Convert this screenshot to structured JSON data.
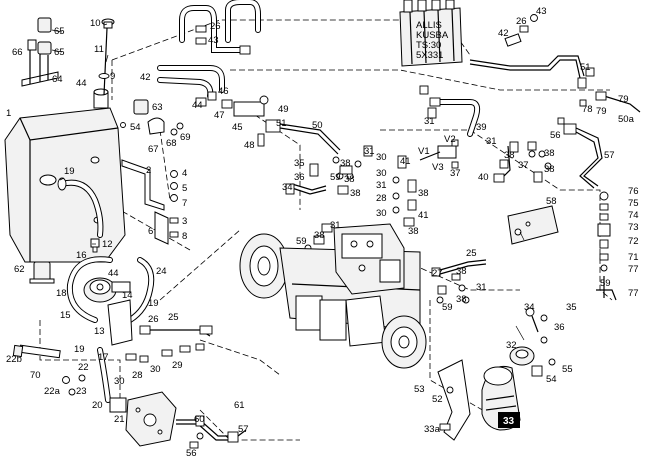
{
  "diagram": {
    "labels": {
      "l1": "1",
      "l2": "2",
      "l3": "3",
      "l4": "4",
      "l5": "5",
      "l6": "6",
      "l7": "7",
      "l8": "8",
      "l9": "9",
      "l10": "10",
      "l11": "11",
      "l12": "12",
      "l13": "13",
      "l14": "14",
      "l15": "15",
      "l16": "16",
      "l17": "17",
      "l18": "18",
      "l19a": "19",
      "l19b": "19",
      "l19c": "19",
      "l20": "20",
      "l21": "21",
      "l22": "22",
      "l22a": "22a",
      "l22b": "22b",
      "l23": "23",
      "l24": "24",
      "l25a": "25",
      "l25b": "25",
      "l26a": "26",
      "l26b": "26",
      "l26c": "26",
      "l27": "27",
      "l28a": "28",
      "l28b": "28",
      "l29": "29",
      "l30a": "30",
      "l30b": "30",
      "l30c": "30",
      "l30d": "30",
      "l30e": "30",
      "l31a": "31",
      "l31b": "31",
      "l31c": "31",
      "l31d": "31",
      "l31e": "31",
      "l31f": "31",
      "l32": "32",
      "l33": "33",
      "l33a": "33a",
      "l34a": "34",
      "l34b": "34",
      "l35a": "35",
      "l35b": "35",
      "l36a": "36",
      "l36b": "36",
      "l37a": "37",
      "l37b": "37",
      "l38a": "38",
      "l38b": "38",
      "l38c": "38",
      "l38d": "38",
      "l38e": "38",
      "l38f": "38",
      "l38g": "38",
      "l38h": "38",
      "l38i": "38",
      "l38j": "38",
      "l38k": "38",
      "l39": "39",
      "l40": "40",
      "l41a": "41",
      "l41b": "41",
      "l42a": "42",
      "l42b": "42",
      "l43a": "43",
      "l43b": "43",
      "l44a": "44",
      "l44b": "44",
      "l44c": "44",
      "l45": "45",
      "l46": "46",
      "l47": "47",
      "l48": "48",
      "l49": "49",
      "l50": "50",
      "l50a": "50a",
      "l51a": "51",
      "l51b": "51",
      "l52": "52",
      "l53": "53",
      "l54a": "54",
      "l54b": "54",
      "l55": "55",
      "l56a": "56",
      "l56b": "56",
      "l57a": "57",
      "l57b": "57",
      "l58": "58",
      "l59a": "59",
      "l59b": "59",
      "l59c": "59",
      "l59d": "59",
      "l60": "60",
      "l61": "61",
      "l62": "62",
      "l63": "63",
      "l64": "64",
      "l65a": "65",
      "l65b": "65",
      "l66": "66",
      "l67": "67",
      "l68": "68",
      "l69": "69",
      "l70": "70",
      "l71": "71",
      "l72": "72",
      "l73": "73",
      "l74": "74",
      "l75": "75",
      "l76": "76",
      "l77a": "77",
      "l77b": "77",
      "l78": "78",
      "l79a": "79",
      "l79b": "79",
      "v1": "V1",
      "v2": "V2",
      "v3": "V3"
    },
    "valve_bank_text": [
      "ALLIS",
      "KUSBA",
      "TS:30",
      "5X331"
    ],
    "highlight_color": "#000000"
  }
}
